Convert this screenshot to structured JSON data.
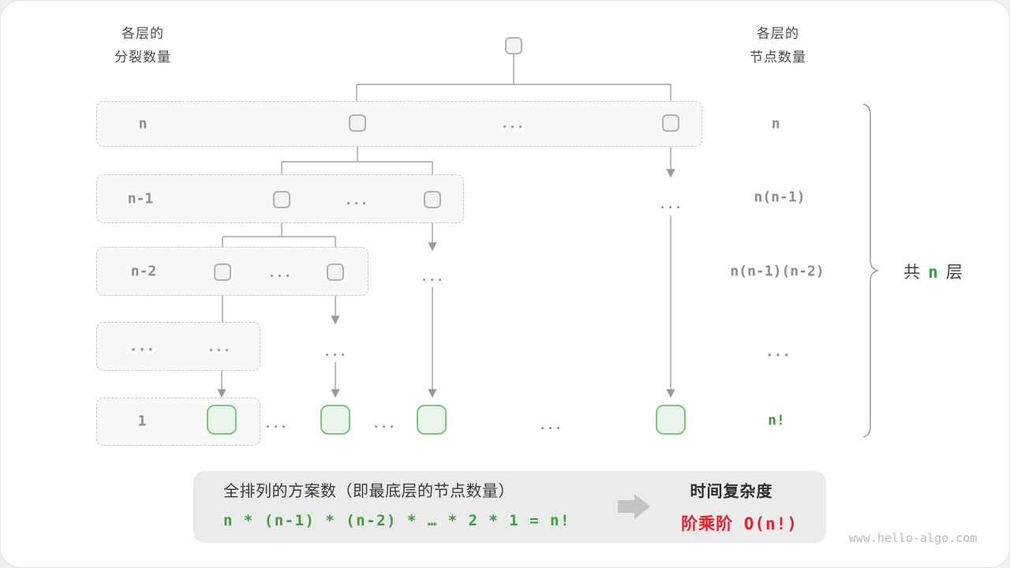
{
  "colors": {
    "green": "#3d9b41",
    "red": "#e5232e",
    "gray-label": "#8d8d8d",
    "dark-text": "#3a3a3a",
    "line": "#a2a2a2",
    "node-fill": "#f3f3f3",
    "node-border": "#b1b1b1",
    "green-node-fill": "#eaf4e9",
    "green-node-border": "#7cc47f",
    "dash-fill": "#f8f8f8",
    "dash-border": "#c8c8c8",
    "panel-fill": "#ebebeb",
    "arrow-glyph": "#c4c4c4",
    "watermark": "#b9b9b9"
  },
  "headers": {
    "left_line1": "各层的",
    "left_line2": "分裂数量",
    "right_line1": "各层的",
    "right_line2": "节点数量"
  },
  "levels": [
    {
      "splits": "n",
      "nodes": "n"
    },
    {
      "splits": "n-1",
      "nodes": "n(n-1)"
    },
    {
      "splits": "n-2",
      "nodes": "n(n-1)(n-2)"
    },
    {
      "splits": "...",
      "nodes": "..."
    },
    {
      "splits": "1",
      "nodes": "n!"
    }
  ],
  "ellipsis": "...",
  "brace": {
    "prefix": "共",
    "highlight": "n",
    "suffix": "层"
  },
  "summary": {
    "caption": "全排列的方案数（即最底层的节点数量）",
    "formula": "n * (n-1) * (n-2) * … * 2 * 1 = n!",
    "result_title": "时间复杂度",
    "result_value": "阶乘阶 O(n!)"
  },
  "watermark": "www.hello-algo.com"
}
